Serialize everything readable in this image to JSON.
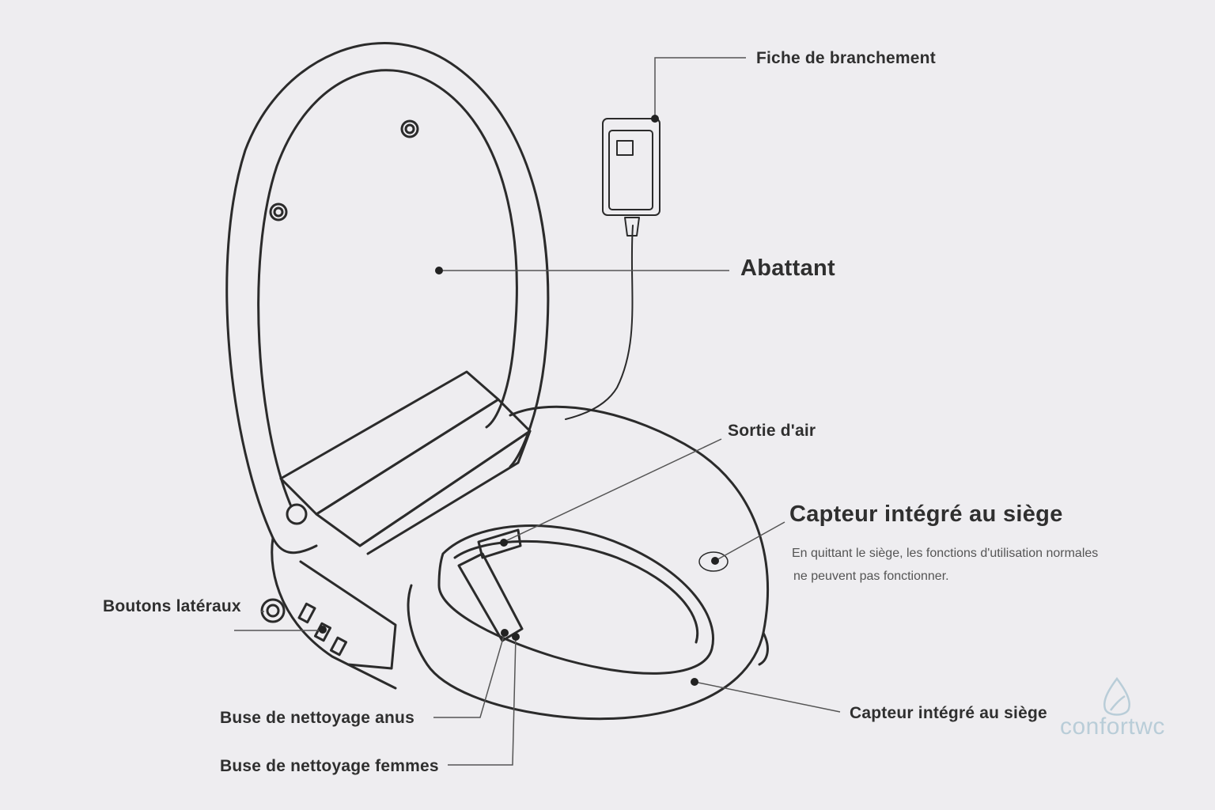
{
  "labels": {
    "plug": "Fiche de branchement",
    "lid": "Abattant",
    "air_outlet": "Sortie d'air",
    "seat_sensor_title": "Capteur intégré au siège",
    "seat_sensor_desc_line1": "En quittant  le siège, les fonctions d'utilisation normales",
    "seat_sensor_desc_line2": "ne peuvent pas fonctionner.",
    "side_buttons": "Boutons latéraux",
    "nozzle_anus": "Buse de nettoyage anus",
    "nozzle_women": "Buse de nettoyage femmes",
    "seat_sensor_bottom": "Capteur intégré au siège"
  },
  "brand": {
    "name": "confortwc",
    "icon": "water-drop-leaf-icon",
    "color": "#b9cdd8"
  },
  "colors": {
    "background": "#eeedf0",
    "line": "#2b2b2b",
    "leader": "#555555",
    "dot": "#222222"
  }
}
